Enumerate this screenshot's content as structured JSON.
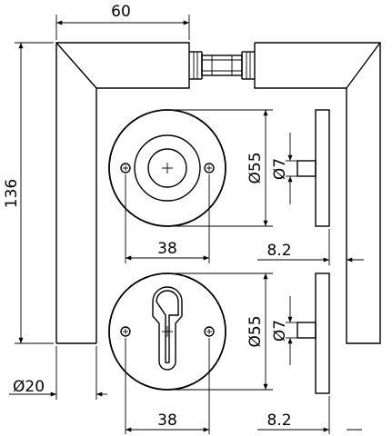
{
  "dimensions": {
    "handle_width": "60",
    "handle_height": "136",
    "handle_diameter": "Ø20",
    "rose_top_diameter": "Ø55",
    "rose_top_spindle": "Ø7",
    "rose_top_screw_spacing": "38",
    "rose_top_thickness": "8.2",
    "rose_bottom_diameter": "Ø55",
    "rose_bottom_spindle": "Ø7",
    "rose_bottom_screw_spacing": "38",
    "rose_bottom_thickness": "8.2"
  }
}
